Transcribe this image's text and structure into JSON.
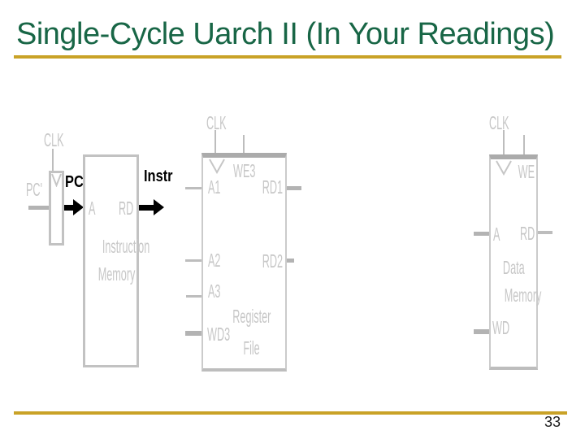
{
  "slide": {
    "title": "Single-Cycle Uarch II (In Your Readings)",
    "page_number": "33"
  },
  "colors": {
    "title_green": "#186646",
    "accent_gold": "#c9a227",
    "diagram_gray": "#c7c7c7",
    "arrow_black": "#000000"
  },
  "diagram": {
    "pc": {
      "clk": "CLK",
      "in": "PC'",
      "out": "PC"
    },
    "instruction_memory": {
      "a": "A",
      "rd": "RD",
      "name1": "Instruction",
      "name2": "Memory",
      "out": "Instr"
    },
    "register_file": {
      "clk": "CLK",
      "we3": "WE3",
      "a1": "A1",
      "rd1": "RD1",
      "a2": "A2",
      "rd2": "RD2",
      "a3": "A3",
      "wd3": "WD3",
      "name1": "Register",
      "name2": "File"
    },
    "data_memory": {
      "clk": "CLK",
      "we": "WE",
      "a": "A",
      "rd": "RD",
      "wd": "WD",
      "name1": "Data",
      "name2": "Memory"
    }
  }
}
